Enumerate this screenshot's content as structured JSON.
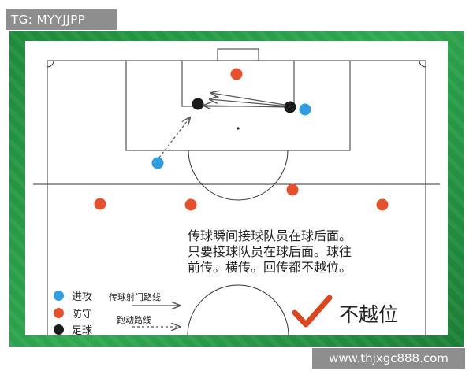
{
  "watermark_top": "TG: MYYJJPP",
  "watermark_bottom": "www.thjxgc888.com",
  "note_lines": [
    "传球瞬间接球队员在球后面。",
    "只要接球队员在球后面。球往",
    "前传。横传。回传都不越位。"
  ],
  "legend": [
    {
      "label": "进攻",
      "color": "#2e9ee0"
    },
    {
      "label": "防守",
      "color": "#e4512d"
    },
    {
      "label": "足球",
      "color": "#1a1a1a"
    }
  ],
  "line_legend": {
    "pass": "传球射门路线",
    "run": "跑动路线"
  },
  "verdict": "不越位",
  "colors": {
    "attack": "#2e9ee0",
    "defense": "#e4512d",
    "ball": "#1a1a1a",
    "check": "#d9461f",
    "grass": "#2fa84f"
  }
}
